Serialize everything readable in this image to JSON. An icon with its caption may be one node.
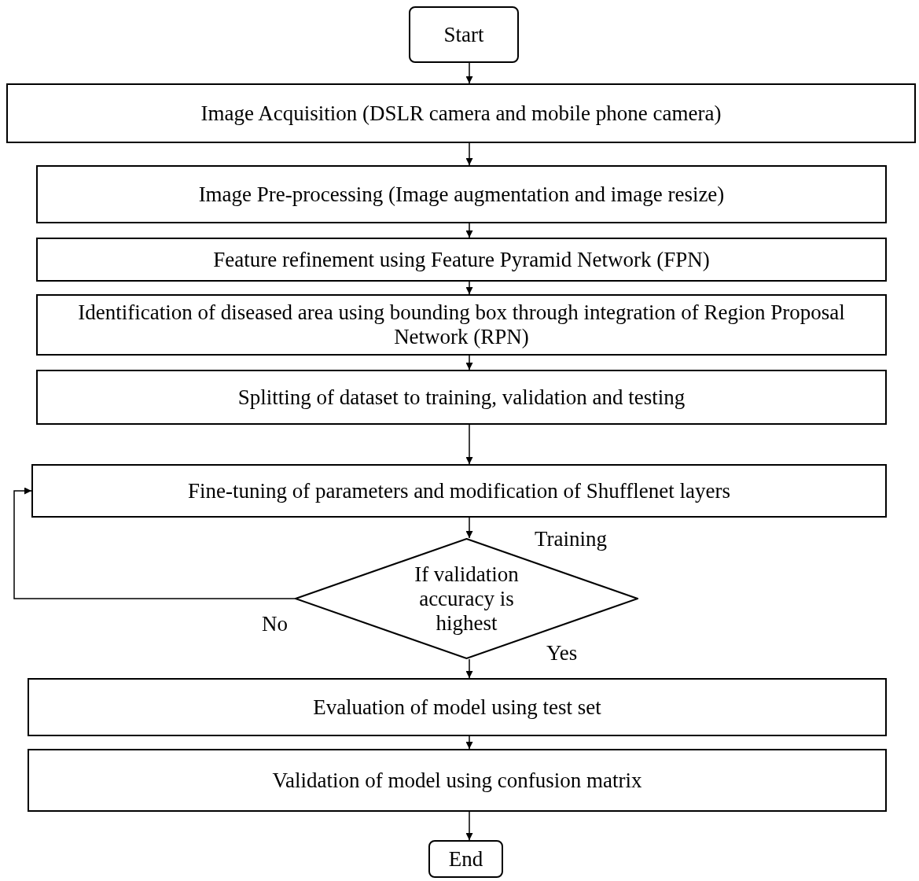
{
  "diagram": {
    "nodes": [
      {
        "text": [
          "Start"
        ]
      },
      {
        "text": [
          "Image Acquisition (DSLR camera and mobile phone camera)"
        ]
      },
      {
        "text": [
          "Image Pre-processing (Image augmentation and image resize)"
        ]
      },
      {
        "text": [
          "Feature refinement using Feature Pyramid Network (FPN)"
        ]
      },
      {
        "text": [
          "Identification of diseased area using bounding box through integration of Region Proposal Network (RPN)"
        ]
      },
      {
        "text": [
          "Splitting of dataset to training, validation and testing"
        ]
      },
      {
        "text": [
          "Fine-tuning of parameters and modification of Shufflenet layers"
        ]
      },
      {
        "text": [
          "If validation accuracy is highest"
        ]
      },
      {
        "text": [
          "Evaluation of model using test set"
        ]
      },
      {
        "text": [
          "Validation of model using confusion matrix"
        ]
      },
      {
        "text": [
          "End"
        ]
      }
    ],
    "edges": [
      {
        "from": 0,
        "to": 1,
        "arrow": "to"
      },
      {
        "from": 1,
        "to": 2,
        "arrow": "to"
      },
      {
        "from": 2,
        "to": 3,
        "arrow": "to"
      },
      {
        "from": 3,
        "to": 4,
        "arrow": "to"
      },
      {
        "from": 4,
        "to": 5,
        "arrow": "to"
      },
      {
        "from": 5,
        "to": 6,
        "arrow": "to"
      },
      {
        "from": 6,
        "to": 7,
        "arrow": "to",
        "label": "Training"
      },
      {
        "from": 7,
        "to": 6,
        "arrow": "to",
        "label": "No"
      },
      {
        "from": 7,
        "to": 8,
        "arrow": "to",
        "label": "Yes"
      },
      {
        "from": 8,
        "to": 9,
        "arrow": "to"
      },
      {
        "from": 9,
        "to": 10,
        "arrow": "to"
      }
    ]
  }
}
